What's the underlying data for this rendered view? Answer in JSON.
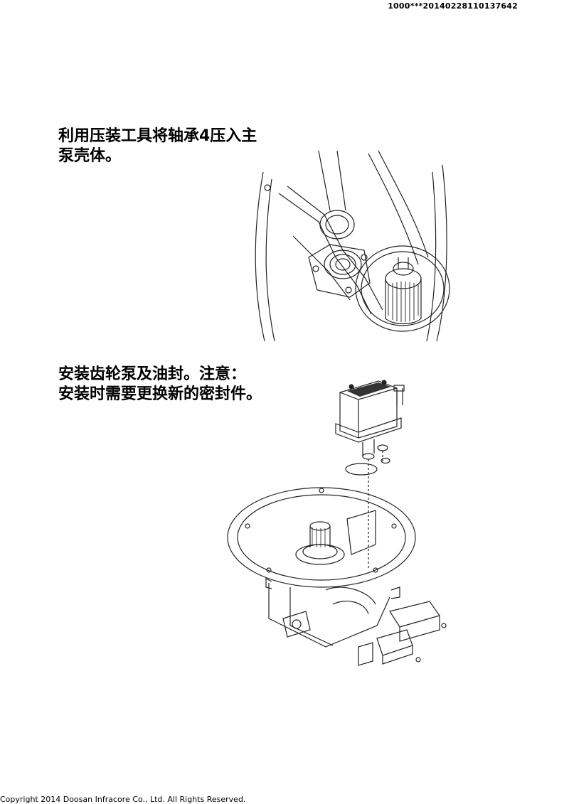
{
  "header": {
    "doc_id": "1000***20140228110137642"
  },
  "steps": [
    {
      "lines": [
        "利用压装工具将轴承4压入主",
        "泵壳体。"
      ]
    },
    {
      "lines": [
        "安装齿轮泵及油封。注意：",
        "安装时需要更换新的密封件。"
      ]
    }
  ],
  "illustrations": [
    {
      "icon": "bearing-press-illustration"
    },
    {
      "icon": "gear-pump-assembly-illustration"
    }
  ],
  "footer": {
    "copyright": "Copyright 2014 Doosan Infracore Co., Ltd. All Rights Reserved."
  }
}
